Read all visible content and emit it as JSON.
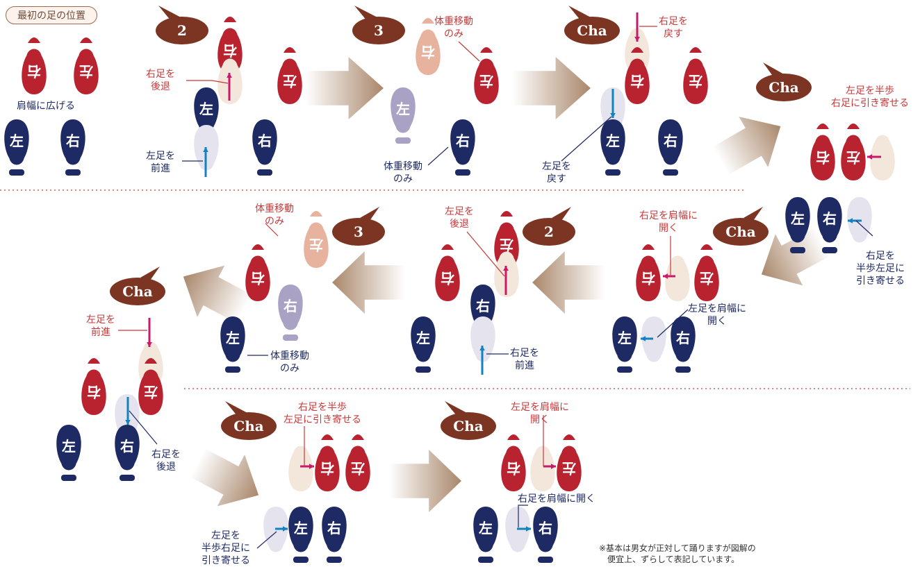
{
  "title": "最初の足の位置",
  "feet_chars": {
    "left": "左",
    "right": "右"
  },
  "bubbles": {
    "b2_top": "2",
    "b3_top": "3",
    "cha_top": "Cha",
    "cha_right": "Cha",
    "cha_mid_right": "Cha",
    "b2_mid": "2",
    "b3_mid": "3",
    "cha_left": "Cha",
    "cha_bottom1": "Cha",
    "cha_bottom2": "Cha"
  },
  "labels": {
    "shoulder_width": "肩幅に広げる",
    "s2_right_back": "右足を\n後退",
    "s2_left_fwd": "左足を\n前進",
    "s3_weight_top": "体重移動\nのみ",
    "s3_weight_bottom": "体重移動\nのみ",
    "cha_right_return": "右足を\n戻す",
    "cha_left_return": "左足を\n戻す",
    "cha_left_half": "左足を半歩\n右足に引き寄せる",
    "r2_right_half": "右足を\n半歩左足に\n引き寄せる",
    "r2_right_open": "右足を肩幅に\n開く",
    "r2_left_open": "左足を肩幅に\n開く",
    "r2_left_back": "左足を\n後退",
    "r2_right_fwd": "右足を\n前進",
    "r2_weight_top": "体重移動\nのみ",
    "r2_weight_bottom": "体重移動\nのみ",
    "r2_left_fwd": "左足を\n前進",
    "r2_right_back": "右足を\n後退",
    "r3_right_half": "右足を半歩\n左足に引き寄せる",
    "r3_left_half": "左足を\n半歩右足に\n引き寄せる",
    "r3_left_open": "左足を肩幅に\n開く",
    "r3_right_open": "右足を肩幅に開く"
  },
  "note": "※基本は男女が正対して踊りますが図解の\n　便宜上、ずらして表記しています。",
  "colors": {
    "woman_foot": "#b92330",
    "man_foot": "#1e2a64",
    "ghost_woman": "#f3e6da",
    "ghost_man": "#e4e3ee",
    "weight_woman": "#e7b39e",
    "weight_man": "#a9a2c4",
    "bubble": "#7b3522",
    "arrow_magenta": "#c71a6b",
    "arrow_cyan": "#1283bf",
    "label_red": "#c8383a",
    "label_blue": "#1e2a64",
    "dotted": "#d06050"
  }
}
